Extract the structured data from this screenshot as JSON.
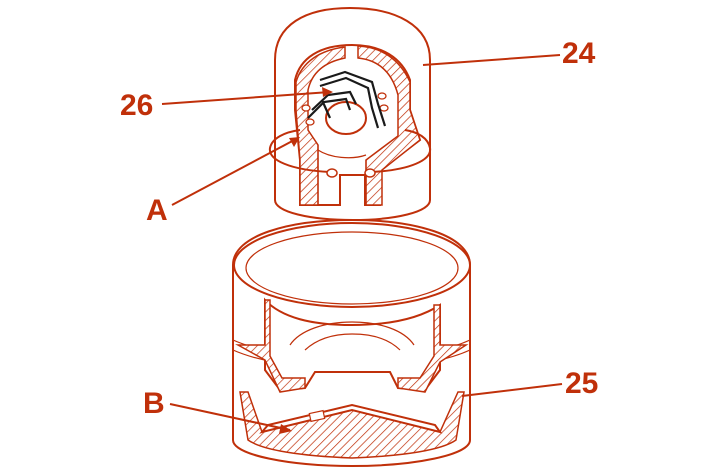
{
  "colors": {
    "outline": "#c0300a",
    "label": "#c0300a",
    "wire": "#1a1a1a",
    "background": "#ffffff"
  },
  "labels": {
    "upper_part": "24",
    "lower_part": "25",
    "wiring": "26",
    "detail_a": "A",
    "detail_b": "B"
  }
}
